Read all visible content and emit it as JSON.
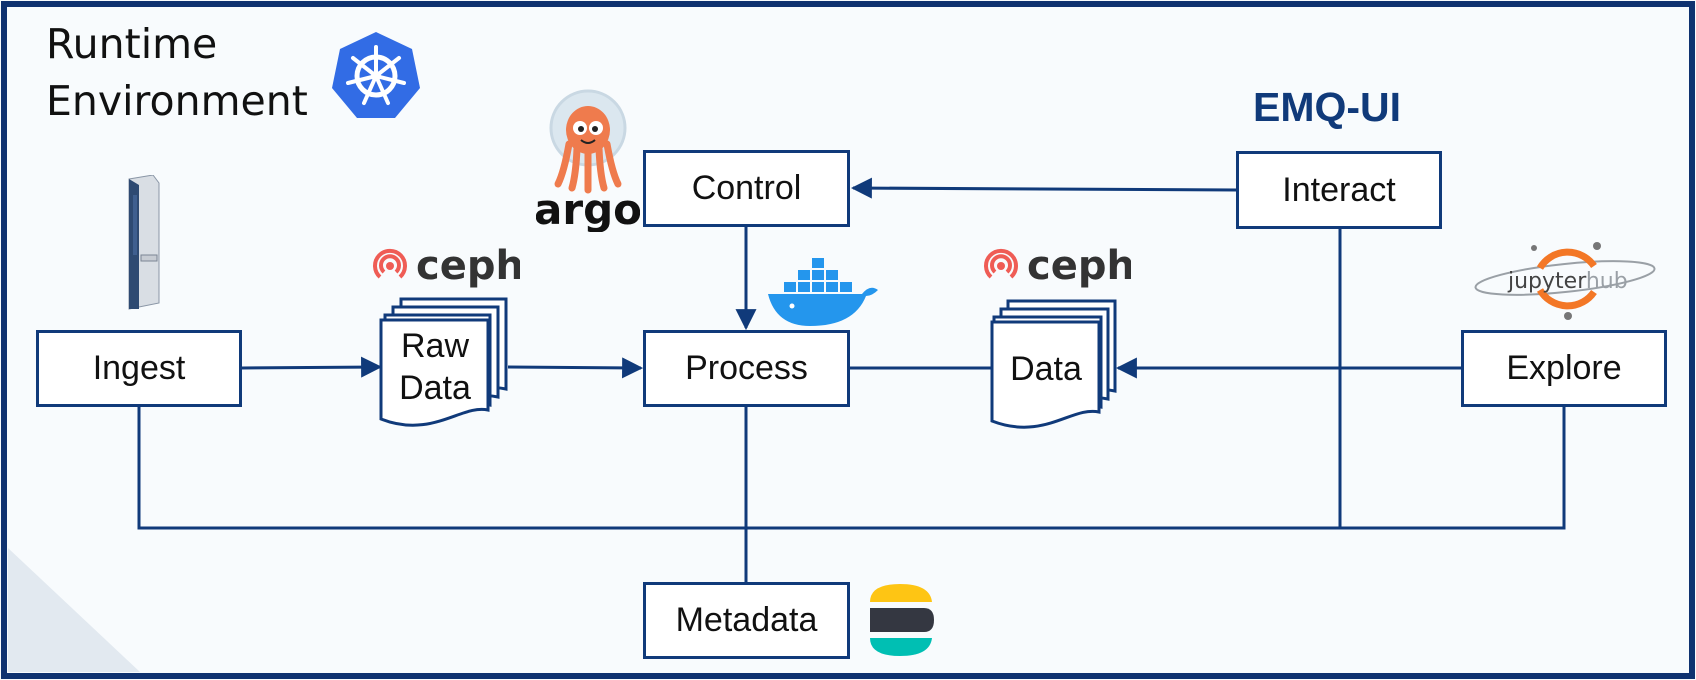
{
  "title_line1": "Runtime",
  "title_line2": "Environment",
  "emq_label": "EMQ-UI",
  "nodes": {
    "control": "Control",
    "interact": "Interact",
    "ingest": "Ingest",
    "process": "Process",
    "explore": "Explore",
    "metadata": "Metadata"
  },
  "documents": {
    "raw_line1": "Raw",
    "raw_line2": "Data",
    "data": "Data"
  },
  "logos": {
    "argo": "argo",
    "ceph": "ceph",
    "jupyter": "jupyter",
    "hub": "hub"
  },
  "colors": {
    "line": "#103a7a",
    "frame": "#0f3270",
    "emq": "#103a7a",
    "kubernetes": "#326ce5",
    "ceph": "#ef5c55",
    "argo": "#ef7b4d",
    "docker": "#2496ed",
    "jupyter": "#f37726",
    "elastic_yellow": "#fec514",
    "elastic_dark": "#343741",
    "elastic_teal": "#00bfb3"
  }
}
